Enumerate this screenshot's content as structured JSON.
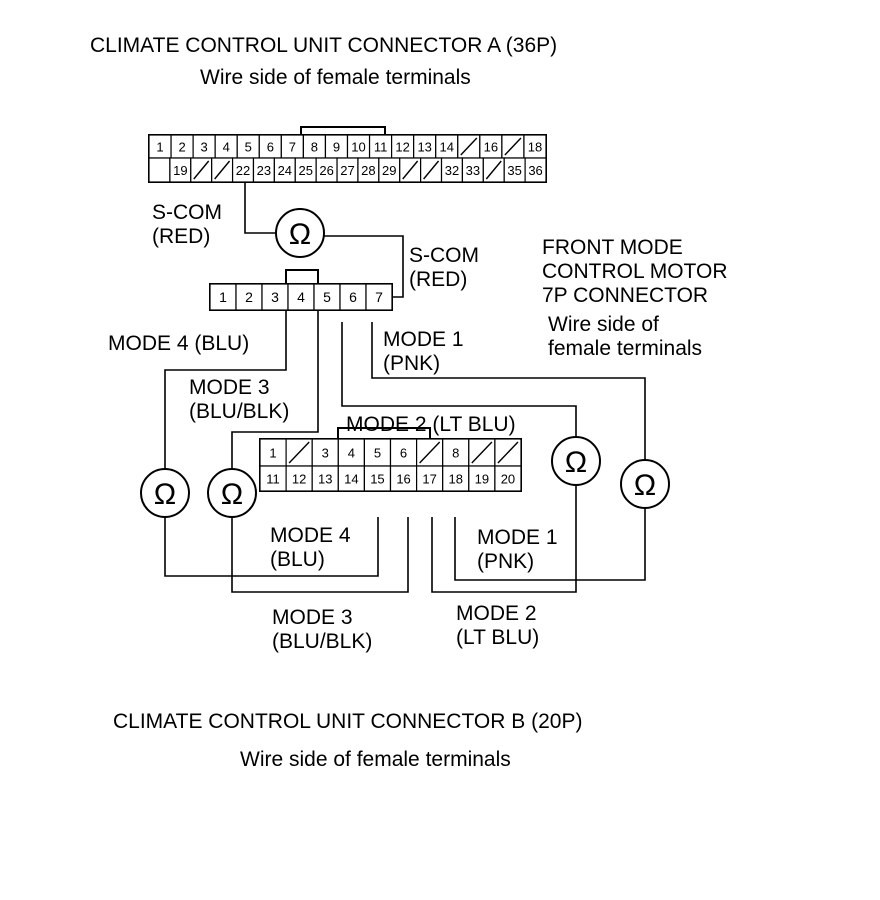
{
  "connector_a": {
    "title": "CLIMATE CONTROL UNIT CONNECTOR A (36P)",
    "subtitle": "Wire side of female terminals",
    "row1": [
      "1",
      "2",
      "3",
      "4",
      "5",
      "6",
      "7",
      "8",
      "9",
      "10",
      "11",
      "12",
      "13",
      "14",
      "/",
      "16",
      "/",
      "18"
    ],
    "row2": [
      "",
      "19",
      "/",
      "/",
      "22",
      "23",
      "24",
      "25",
      "26",
      "27",
      "28",
      "29",
      "/",
      "/",
      "32",
      "33",
      "/",
      "35",
      "36"
    ]
  },
  "motor_connector": {
    "title_lines": [
      "FRONT MODE",
      "CONTROL MOTOR",
      "7P CONNECTOR"
    ],
    "subtitle_lines": [
      "Wire side of",
      "female terminals"
    ],
    "pins": [
      "1",
      "2",
      "3",
      "4",
      "5",
      "6",
      "7"
    ]
  },
  "connector_b": {
    "title": "CLIMATE CONTROL UNIT CONNECTOR B (20P)",
    "subtitle": "Wire side of female terminals",
    "row1": [
      "1",
      "/",
      "3",
      "4",
      "5",
      "6",
      "/",
      "8",
      "/",
      "/"
    ],
    "row2": [
      "11",
      "12",
      "13",
      "14",
      "15",
      "16",
      "17",
      "18",
      "19",
      "20"
    ]
  },
  "ohm_symbol": "Ω",
  "labels": {
    "scom_a": [
      "S-COM",
      "(RED)"
    ],
    "scom_7p": [
      "S-COM",
      "(RED)"
    ],
    "mode4_top": "MODE 4 (BLU)",
    "mode3_top": [
      "MODE 3",
      "(BLU/BLK)"
    ],
    "mode1_top": [
      "MODE 1",
      "(PNK)"
    ],
    "mode2_top": "MODE 2 (LT BLU)",
    "mode4_bottom": [
      "MODE 4",
      "(BLU)"
    ],
    "mode3_bottom": [
      "MODE 3",
      "(BLU/BLK)"
    ],
    "mode1_bottom": [
      "MODE 1",
      "(PNK)"
    ],
    "mode2_bottom": [
      "MODE 2",
      "(LT BLU)"
    ]
  }
}
